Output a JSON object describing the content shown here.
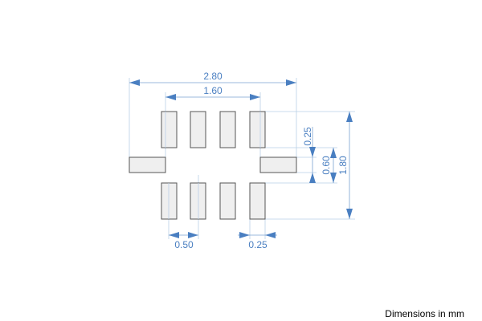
{
  "dimensions": {
    "overall_width": "2.80",
    "pad_span": "1.60",
    "side_pad_height": "0.25",
    "row_gap": "0.60",
    "overall_height": "1.80",
    "pitch": "0.50",
    "pad_width": "0.25"
  },
  "note": "Dimensions in mm",
  "colors": {
    "dimension": "#4a7fc1",
    "pad_fill": "#efefef",
    "pad_stroke": "#555555"
  }
}
